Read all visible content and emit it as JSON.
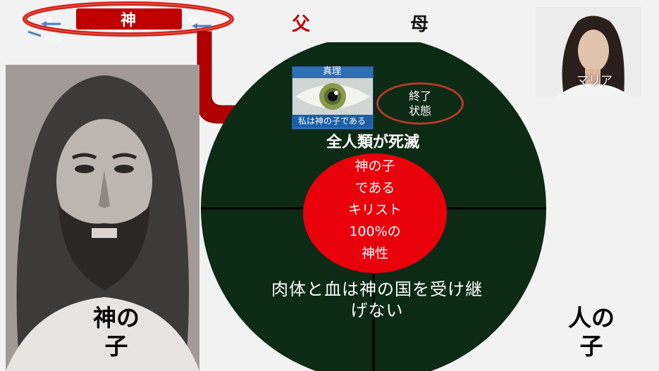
{
  "top_banner": {
    "god_label": "神",
    "left_small_label": "愛",
    "right_small_label": "果実",
    "bottom_small_label": "神の言"
  },
  "header": {
    "father_label": "父",
    "mother_label": "母"
  },
  "maria": {
    "label": "マリア"
  },
  "left_panel": {
    "label_line1": "神の",
    "label_line2": "子"
  },
  "right_panel": {
    "label_line1": "人の",
    "label_line2": "子"
  },
  "diagram": {
    "eye_top_label": "真理",
    "eye_bottom_label": "私は神の子である",
    "end_state_line1": "終了",
    "end_state_line2": "状態",
    "extinction_text": "全人類が死滅",
    "center_text": "神の子\nである\nキリスト\n100%の\n神性",
    "flesh_text_line1": "肉体と血は神の国を受け継",
    "flesh_text_line2": "げない"
  },
  "colors": {
    "dark_green": "#0d2a14",
    "red": "#e8000b",
    "dark_red": "#c00000",
    "truth_blue": "#2f6fb5"
  }
}
